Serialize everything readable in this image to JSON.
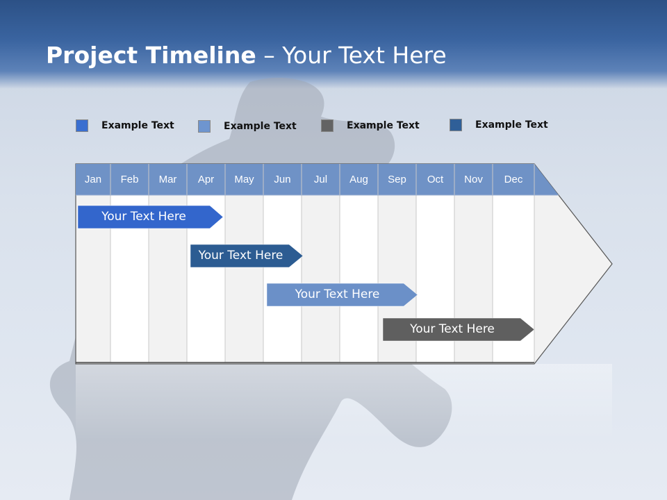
{
  "slide": {
    "title_bold": "Project Timeline",
    "title_rest": " – Your Text Here"
  },
  "legend": [
    {
      "label": "Example Text",
      "color": "#3a6fd0"
    },
    {
      "label": "Example Text",
      "color": "#6e95cf"
    },
    {
      "label": "Example Text",
      "color": "#636363"
    },
    {
      "label": "Example Text",
      "color": "#2f5f98"
    }
  ],
  "timeline": {
    "months": [
      "Jan",
      "Feb",
      "Mar",
      "Apr",
      "May",
      "Jun",
      "Jul",
      "Aug",
      "Sep",
      "Oct",
      "Nov",
      "Dec"
    ],
    "header_color": "#6f92c6",
    "tasks": [
      {
        "label": "Your  Text Here",
        "color": "#3366cc"
      },
      {
        "label": "Your  Text Here",
        "color": "#2c5c92"
      },
      {
        "label": "Your  Text Here",
        "color": "#6b90c8"
      },
      {
        "label": "Your  Text Here",
        "color": "#5f5f5f"
      }
    ]
  }
}
